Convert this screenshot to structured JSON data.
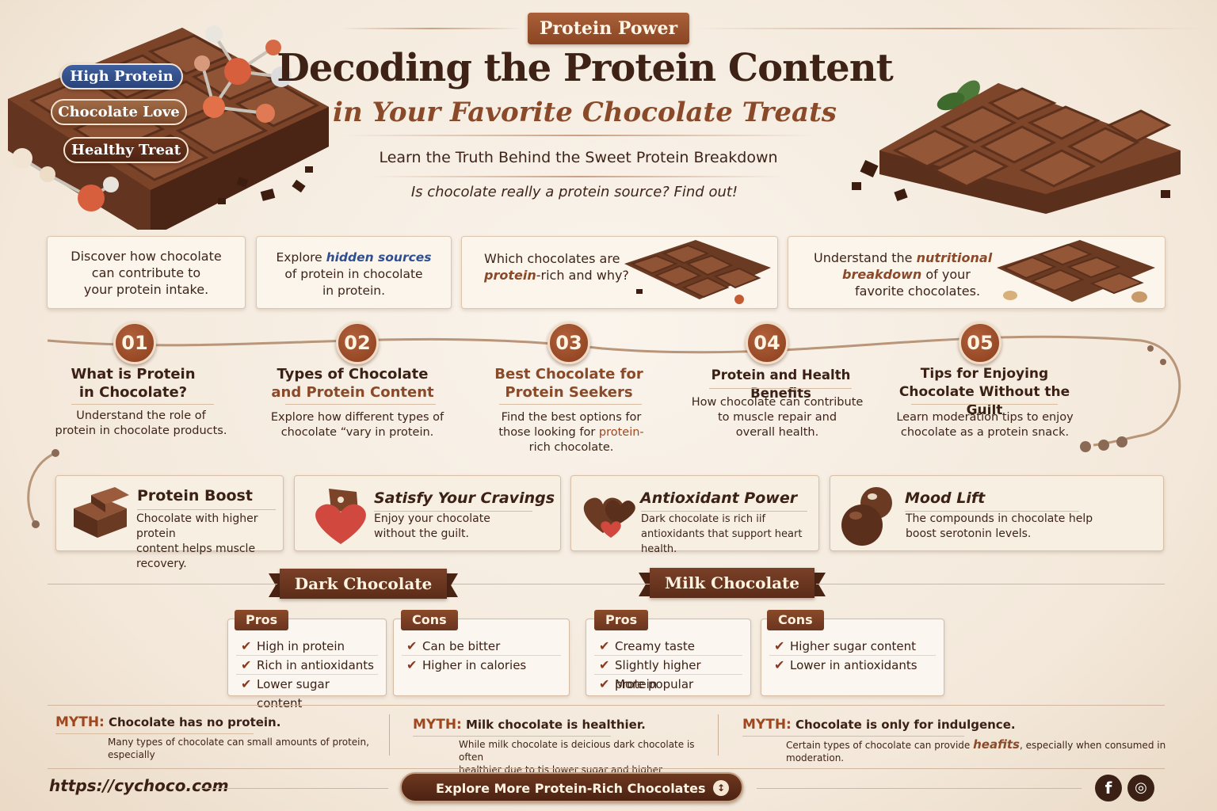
{
  "header": {
    "badge": "Protein Power",
    "title_line1": "Decoding the Protein Content",
    "title_line2": "in Your Favorite Chocolate Treats",
    "subtitle": "Learn the Truth Behind the Sweet Protein Breakdown",
    "question": "Is chocolate really a protein source? Find out!"
  },
  "hero_tags": [
    "High Protein",
    "Chocolate Love",
    "Healthy Treat"
  ],
  "intro_cards": [
    {
      "line1": "Discover how chocolate",
      "line2": "can contribute to",
      "line3": "your protein intake."
    },
    {
      "pre": "Explore ",
      "highlight": "hidden sources",
      "line2": "of protein in chocolate",
      "line3": "in protein."
    },
    {
      "line1": "Which chocolates are",
      "highlight": "protein",
      "post": "-rich and why?"
    },
    {
      "pre": "Understand the ",
      "highlight1": "nutritional",
      "highlight2": "breakdown",
      "post": " of your",
      "line3": "favorite chocolates."
    }
  ],
  "steps": [
    {
      "num": "01",
      "title1": "What is Protein",
      "title2": "in Chocolate?",
      "desc1": "Understand the role of",
      "desc2": "protein in chocolate products."
    },
    {
      "num": "02",
      "title1": "Types of Chocolate",
      "title2": "and Protein Content",
      "desc1": "Explore how different types of",
      "desc2": "chocolate “vary in protein."
    },
    {
      "num": "03",
      "title1": "Best Chocolate for",
      "title2": "Protein Seekers",
      "desc1": "Find the best options for",
      "desc2_pre": "those looking for ",
      "desc2_hl": "protein-",
      "desc3": "rich chocolate."
    },
    {
      "num": "04",
      "title1": "Protein and Health Benefits",
      "desc1": "How chocolate can contribute",
      "desc2": "to muscle repair and",
      "desc3": "overall health."
    },
    {
      "num": "05",
      "title1": "Tips for Enjoying",
      "title2": "Chocolate Without the Guilt",
      "desc1": "Learn moderation tips to enjoy",
      "desc2": "chocolate as a protein snack."
    }
  ],
  "benefits": [
    {
      "title": "Protein Boost",
      "desc1": "Chocolate with higher protein",
      "desc2": "content helps muscle recovery."
    },
    {
      "title": "Satisfy Your Cravings",
      "desc1": "Enjoy your chocolate",
      "desc2": "without the guilt."
    },
    {
      "title": "Antioxidant Power",
      "desc1": "Dark chocolate is rich iif",
      "desc2": "antioxidants that support heart health."
    },
    {
      "title": "Mood Lift",
      "desc1": "The compounds in chocolate help",
      "desc2": "boost serotonin levels."
    }
  ],
  "comparison": {
    "dark": {
      "label": "Dark Chocolate",
      "pros_label": "Pros",
      "pros": [
        "High in protein",
        "Rich in antioxidants",
        "Lower sugar content"
      ],
      "cons_label": "Cons",
      "cons": [
        "Can be bitter",
        "Higher in calories"
      ]
    },
    "milk": {
      "label": "Milk Chocolate",
      "pros_label": "Pros",
      "pros": [
        "Creamy taste",
        "Slightly higher protein",
        "More popular"
      ],
      "cons_label": "Cons",
      "cons": [
        "Higher sugar content",
        "Lower in antioxidants"
      ]
    }
  },
  "myths": [
    {
      "label": "MYTH:",
      "title": "Chocolate has no protein.",
      "body1": "Many types of chocolate can small amounts of protein, especially"
    },
    {
      "label": "MYTH:",
      "title": "Milk chocolate is healthier.",
      "body1": "While milk chocolate is deicious dark chocolate is often",
      "body2": "healthier due to tis lower sugar and higher antioxidants."
    },
    {
      "label": "MYTH:",
      "title": "Chocolate is only for indulgence.",
      "body_pre": "Certain types of chocolate can provide ",
      "body_hl": "heafits",
      "body_post": ", especially when consumed in moderation."
    }
  ],
  "footer": {
    "url": "https://cychoco.com",
    "cta": "Explore More Protein-Rich Chocolates Now!",
    "cta_icon": "↕",
    "social_facebook": "f",
    "social_instagram": "◎"
  },
  "colors": {
    "accent": "#8a4a29",
    "dark": "#3b2115",
    "cream": "#faf4ec",
    "blue": "#2f4f8f"
  }
}
